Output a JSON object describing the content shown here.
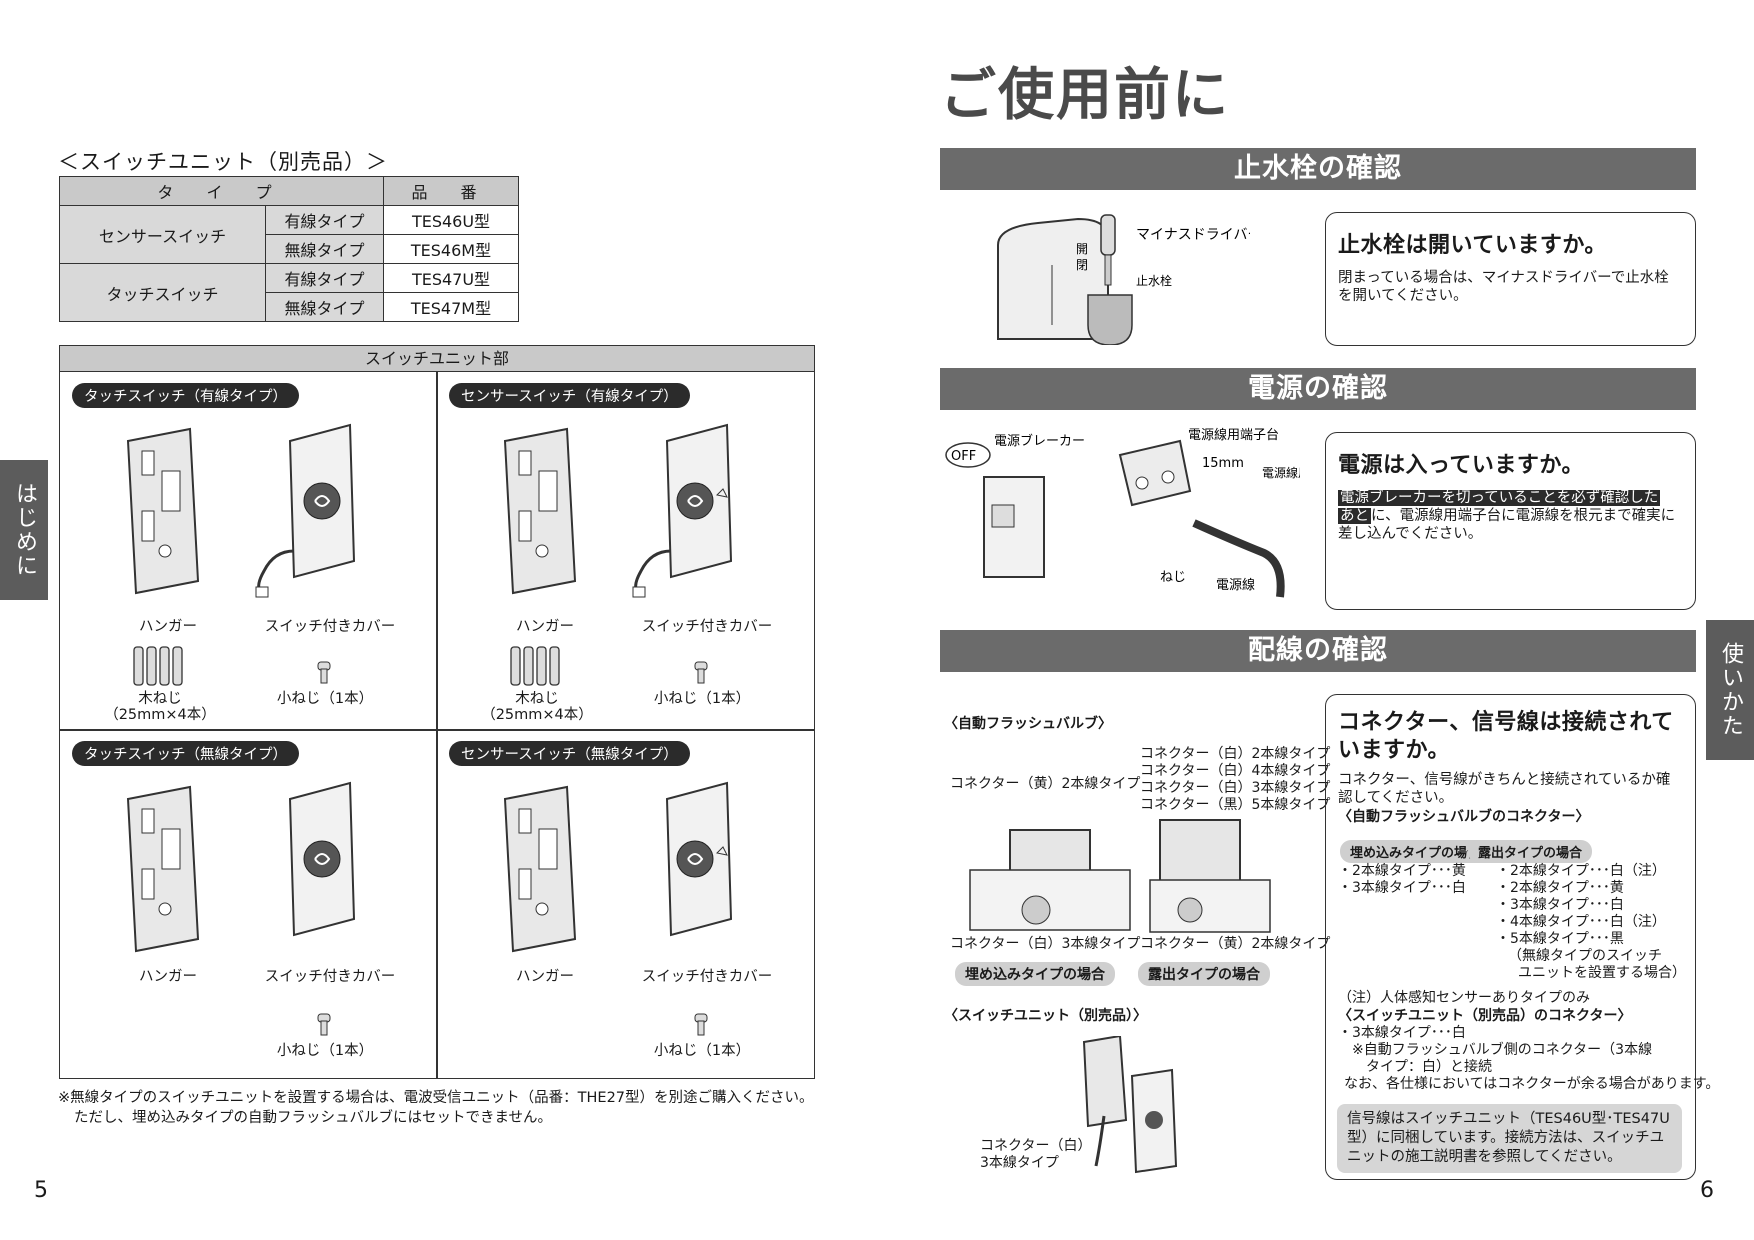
{
  "left_page": {
    "switch_unit_title": "＜スイッチユニット（別売品）＞",
    "table": {
      "header_type": "タ イ プ",
      "header_part": "品 番",
      "rows": [
        {
          "category": "センサースイッチ",
          "sub": "有線タイプ",
          "part": "TES46U型"
        },
        {
          "category": "",
          "sub": "無線タイプ",
          "part": "TES46M型"
        },
        {
          "category": "タッチスイッチ",
          "sub": "有線タイプ",
          "part": "TES47U型"
        },
        {
          "category": "",
          "sub": "無線タイプ",
          "part": "TES47M型"
        }
      ]
    },
    "unit_box_title": "スイッチユニット部",
    "cells": [
      {
        "title": "タッチスイッチ（有線タイプ）",
        "hanger": "ハンガー",
        "cover": "スイッチ付きカバー",
        "wood_screw": "木ねじ",
        "wood_screw_qty": "（25mm×4本）",
        "small_screw": "小ねじ（1本）"
      },
      {
        "title": "センサースイッチ（有線タイプ）",
        "hanger": "ハンガー",
        "cover": "スイッチ付きカバー",
        "wood_screw": "木ねじ",
        "wood_screw_qty": "（25mm×4本）",
        "small_screw": "小ねじ（1本）"
      },
      {
        "title": "タッチスイッチ（無線タイプ）",
        "hanger": "ハンガー",
        "cover": "スイッチ付きカバー",
        "small_screw": "小ねじ（1本）"
      },
      {
        "title": "センサースイッチ（無線タイプ）",
        "hanger": "ハンガー",
        "cover": "スイッチ付きカバー",
        "small_screw": "小ねじ（1本）"
      }
    ],
    "footnote_1": "※無線タイプのスイッチユニットを設置する場合は、電波受信ユニット（品番：THE27型）を別途ご購入ください。",
    "footnote_2": "ただし、埋め込みタイプの自動フラッシュバルブにはセットできません。",
    "page_number": "5",
    "side_tab": "はじめに"
  },
  "right_page": {
    "title": "ご使用前に",
    "section1": {
      "bar": "止水栓の確認",
      "label_driver": "マイナスドライバー",
      "label_open": "開",
      "label_close": "閉",
      "label_valve": "止水栓",
      "heading": "止水栓は開いていますか。",
      "body": "閉まっている場合は、マイナスドライバーで止水栓を開いてください。"
    },
    "section2": {
      "bar": "電源の確認",
      "label_off": "OFF",
      "label_breaker": "電源ブレーカー",
      "label_terminal": "電源線用端子台",
      "label_15mm": "15mm",
      "label_clamp": "電源線用\nクランプ",
      "label_screw": "ねじ",
      "label_wire": "電源線",
      "heading": "電源は入っていますか。",
      "body_highlight_1": "電源ブレーカーを切っていることを必ず確認した",
      "body_highlight_2": "あと",
      "body_rest": "に、電源線用端子台に電源線を根元まで確実に差し込んでください。"
    },
    "section3": {
      "bar": "配線の確認",
      "valve_title": "〈自動フラッシュバルブ〉",
      "conn_yellow2": "コネクター（黄）2本線タイプ",
      "conn_list": [
        "コネクター（白）2本線タイプ",
        "コネクター（白）4本線タイプ",
        "コネクター（白）3本線タイプ",
        "コネクター（黒）5本線タイプ"
      ],
      "conn_white3": "コネクター（白）3本線タイプ",
      "conn_yellow2b": "コネクター（黄）2本線タイプ",
      "pill_embed": "埋め込みタイプの場合",
      "pill_exposed": "露出タイプの場合",
      "switch_title": "〈スイッチユニット（別売品）〉",
      "switch_conn_1": "コネクター（白）",
      "switch_conn_2": "3本線タイプ",
      "heading": "コネクター、信号線は接続されていますか。",
      "intro": "コネクター、信号線がきちんと接続されているか確認してください。",
      "valve_connector_title": "〈自動フラッシュバルブのコネクター〉",
      "embed_pill": "埋め込みタイプの場合",
      "exposed_pill": "露出タイプの場合",
      "embed_items": [
        "・2本線タイプ･･･黄",
        "・3本線タイプ･･･白"
      ],
      "exposed_items": [
        "・2本線タイプ･･･白（注）",
        "・2本線タイプ･･･黄",
        "・3本線タイプ･･･白",
        "・4本線タイプ･･･白（注）",
        "・5本線タイプ･･･黒",
        "（無線タイプのスイッチ",
        "ユニットを設置する場合）"
      ],
      "note": "（注）人体感知センサーありタイプのみ",
      "switch_connector_title": "〈スイッチユニット（別売品）のコネクター〉",
      "switch_items": [
        "・3本線タイプ･･･白",
        "※自動フラッシュバルブ側のコネクター（3本線",
        "タイプ：白）と接続",
        "なお、各仕様においてはコネクターが余る場合があります。"
      ],
      "grey_note": "信号線はスイッチユニット（TES46U型･TES47U型）に同梱しています。接続方法は、スイッチユニットの施工説明書を参照してください。"
    },
    "page_number": "6",
    "side_tab": "使いかた"
  }
}
